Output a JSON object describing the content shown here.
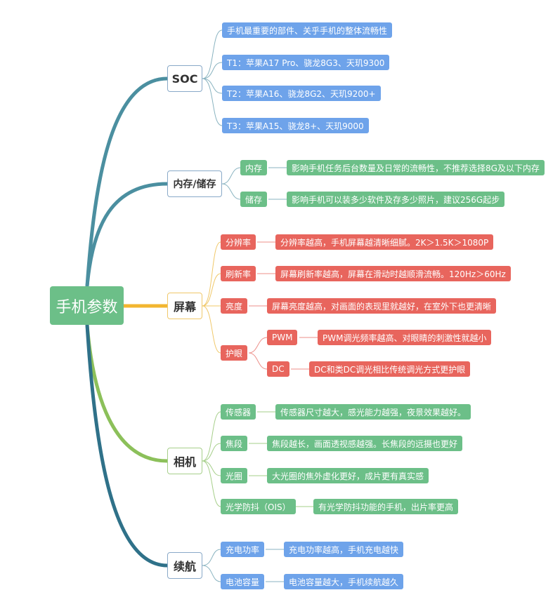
{
  "root": "手机参数",
  "colors": {
    "blue_leaf": "#6ea3ea",
    "green_leaf": "#6cbf88",
    "red_leaf": "#e8655d",
    "teal_branch": "#4b8fa0",
    "yellow_branch": "#f2b630",
    "green_branch": "#8cc05a",
    "dark_teal_branch": "#2f7189"
  },
  "branches": {
    "soc": {
      "label": "SOC",
      "items": [
        "手机最重要的部件、关乎手机的整体流畅性",
        "T1：苹果A17 Pro、骁龙8G3、天玑9300",
        "T2：苹果A16、骁龙8G2、天玑9200+",
        "T3：苹果A15、骁龙8+、天玑9000"
      ]
    },
    "memory": {
      "label": "内存/储存",
      "ram": {
        "label": "内存",
        "desc": "影响手机任务后台数量及日常的流畅性，不推荐选择8G及以下内存"
      },
      "storage": {
        "label": "储存",
        "desc": "影响手机可以装多少软件及存多少照片，建议256G起步"
      }
    },
    "screen": {
      "label": "屏幕",
      "resolution": {
        "label": "分辨率",
        "desc": "分辨率越高，手机屏幕越清晰细腻。2K＞1.5K＞1080P"
      },
      "refresh": {
        "label": "刷新率",
        "desc": "屏幕刷新率越高，屏幕在滑动时越顺滑流畅。120Hz＞60Hz"
      },
      "brightness": {
        "label": "亮度",
        "desc": "屏幕亮度越高，对画面的表现里就越好，在室外下也更清晰"
      },
      "eye": {
        "label": "护眼",
        "pwm": {
          "label": "PWM",
          "desc": "PWM调光频率越高、对眼睛的刺激性就越小"
        },
        "dc": {
          "label": "DC",
          "desc": "DC和类DC调光相比传统调光方式更护眼"
        }
      }
    },
    "camera": {
      "label": "相机",
      "sensor": {
        "label": "传感器",
        "desc": "传感器尺寸越大，感光能力越强，夜景效果越好。"
      },
      "focal": {
        "label": "焦段",
        "desc": "焦段越长，画面透视感越强。长焦段的远摄也更好"
      },
      "aperture": {
        "label": "光圈",
        "desc": "大光圈的焦外虚化更好，成片更有真实感"
      },
      "ois": {
        "label": "光学防抖（OIS）",
        "desc": "有光学防抖功能的手机，出片率更高"
      }
    },
    "battery": {
      "label": "续航",
      "charge": {
        "label": "充电功率",
        "desc": "充电功率越高，手机充电越快"
      },
      "capacity": {
        "label": "电池容量",
        "desc": "电池容量越大，手机续航越久"
      }
    }
  }
}
